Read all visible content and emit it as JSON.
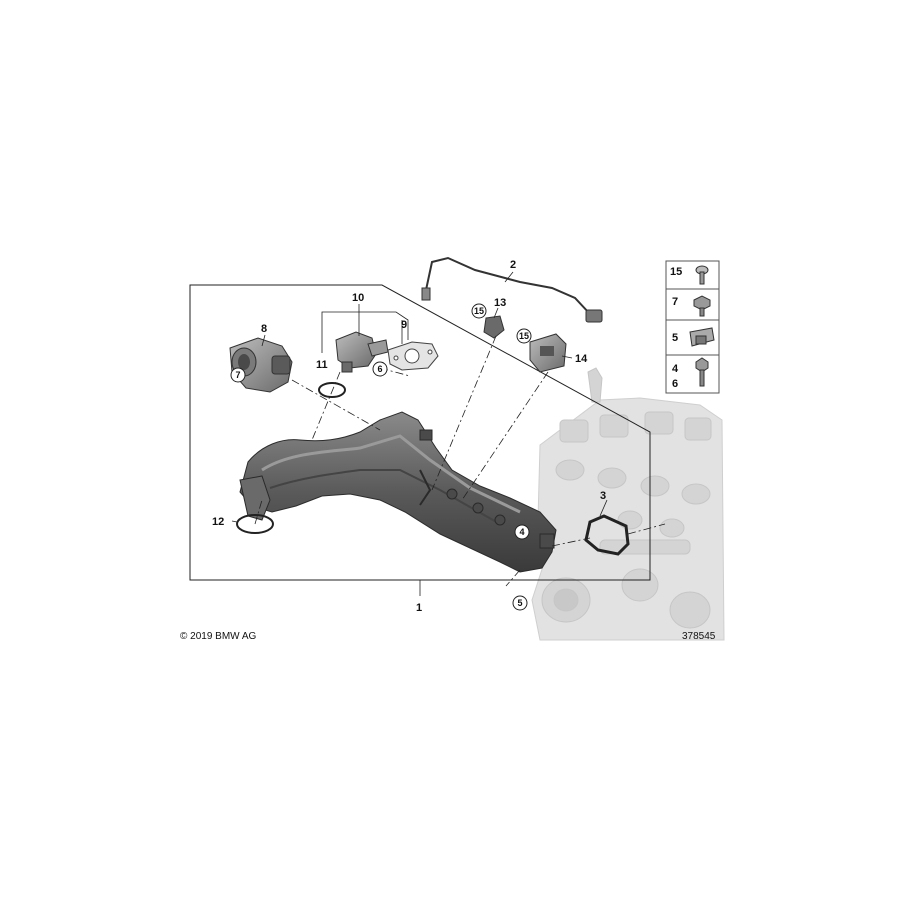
{
  "diagram": {
    "callouts": {
      "c1": "1",
      "c2": "2",
      "c3": "3",
      "c4": "4",
      "c5": "5",
      "c6": "6",
      "c7": "7",
      "c8": "8",
      "c9": "9",
      "c10": "10",
      "c11": "11",
      "c12": "12",
      "c13": "13",
      "c14": "14",
      "c15a": "15",
      "c15b": "15"
    },
    "legend": [
      {
        "label": "15",
        "icon": "torx-screw-icon"
      },
      {
        "label": "7",
        "icon": "flange-bolt-icon"
      },
      {
        "label": "5",
        "icon": "clip-nut-icon"
      },
      {
        "label": "4",
        "label2": "6",
        "icon": "hex-bolt-icon"
      }
    ],
    "copyright": "© 2019 BMW AG",
    "drawing_number": "378545"
  }
}
